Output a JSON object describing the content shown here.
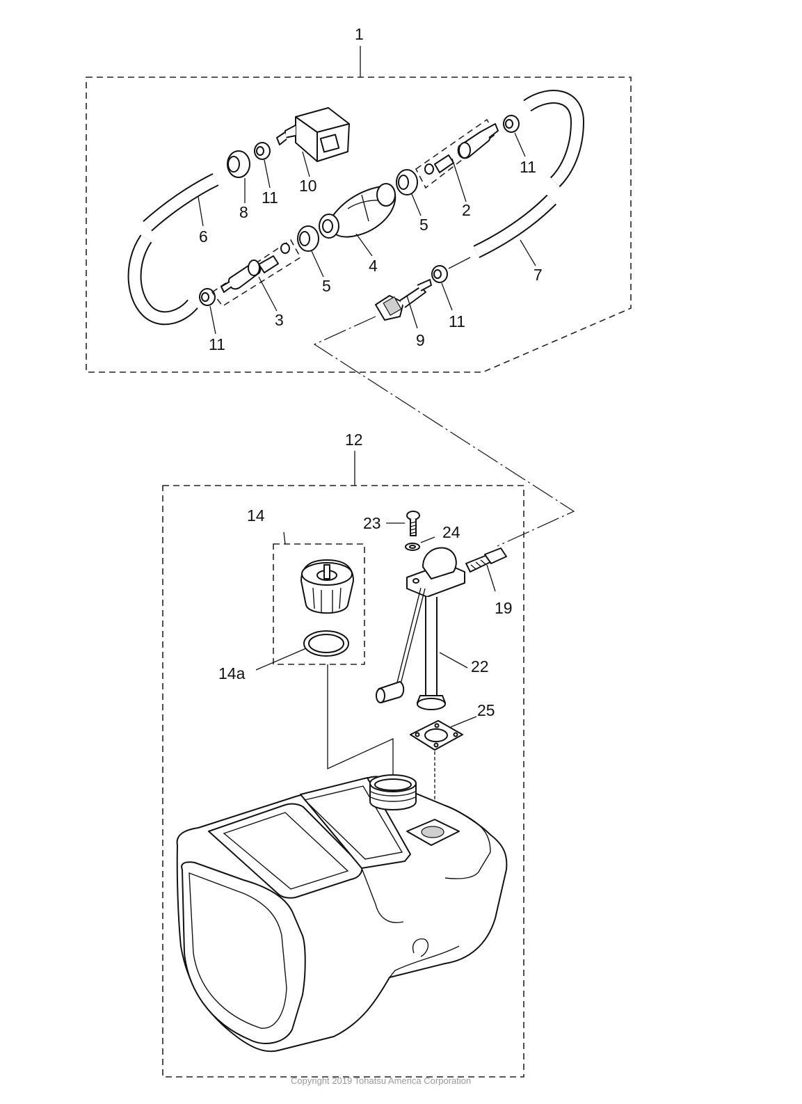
{
  "diagram": {
    "callouts": [
      {
        "id": "c1",
        "label": "1"
      },
      {
        "id": "c2",
        "label": "2"
      },
      {
        "id": "c3",
        "label": "3"
      },
      {
        "id": "c4",
        "label": "4"
      },
      {
        "id": "c5a",
        "label": "5"
      },
      {
        "id": "c5b",
        "label": "5"
      },
      {
        "id": "c6",
        "label": "6"
      },
      {
        "id": "c7",
        "label": "7"
      },
      {
        "id": "c8",
        "label": "8"
      },
      {
        "id": "c9",
        "label": "9"
      },
      {
        "id": "c10",
        "label": "10"
      },
      {
        "id": "c11a",
        "label": "11"
      },
      {
        "id": "c11b",
        "label": "11"
      },
      {
        "id": "c11c",
        "label": "11"
      },
      {
        "id": "c11d",
        "label": "11"
      },
      {
        "id": "c12",
        "label": "12"
      },
      {
        "id": "c14",
        "label": "14"
      },
      {
        "id": "c14a",
        "label": "14a"
      },
      {
        "id": "c19",
        "label": "19"
      },
      {
        "id": "c22",
        "label": "22"
      },
      {
        "id": "c23",
        "label": "23"
      },
      {
        "id": "c24",
        "label": "24"
      },
      {
        "id": "c25",
        "label": "25"
      }
    ],
    "copyright": "Copyright 2019 Tohatsu America Corporation"
  }
}
